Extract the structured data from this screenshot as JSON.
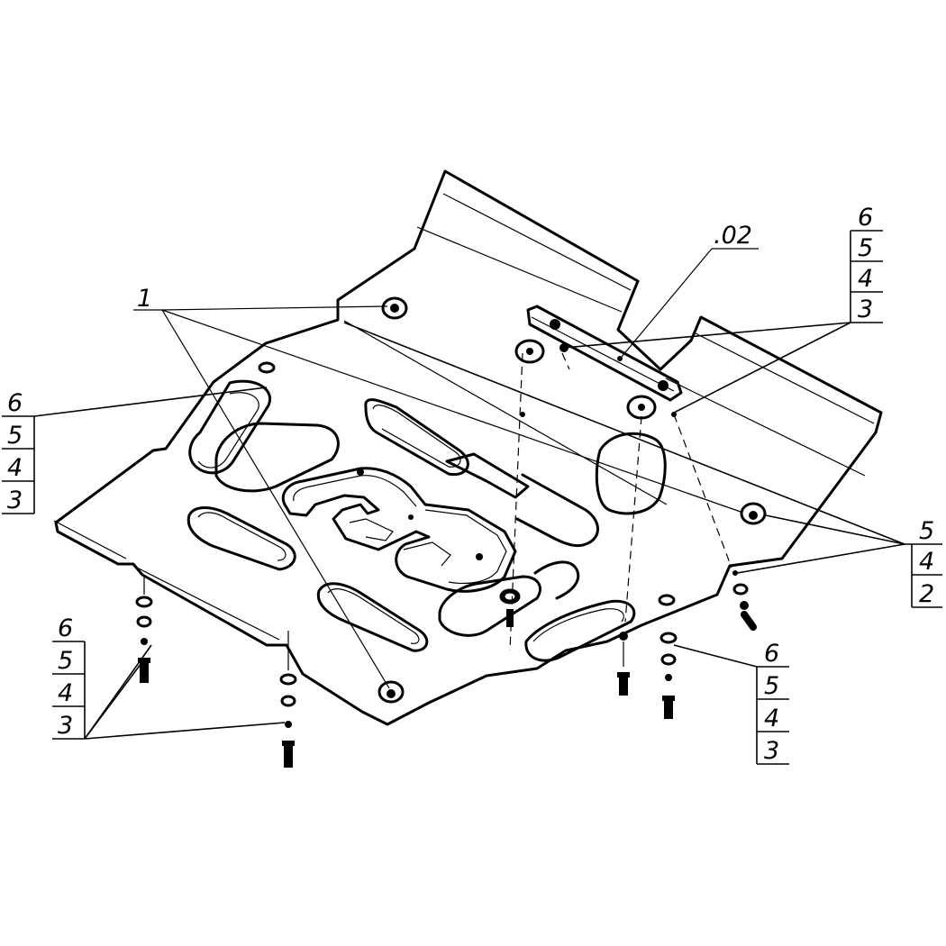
{
  "callouts": {
    "top_left_one": "1",
    "top_two": ".02",
    "top_right_stack": [
      "6",
      "5",
      "4",
      "3"
    ],
    "left_stack": [
      "6",
      "5",
      "4",
      "3"
    ],
    "right_stack": [
      "5",
      "4",
      "2"
    ],
    "bottom_left_stack": [
      "6",
      "5",
      "4",
      "3"
    ],
    "bottom_right_stack": [
      "6",
      "5",
      "4",
      "3"
    ]
  }
}
